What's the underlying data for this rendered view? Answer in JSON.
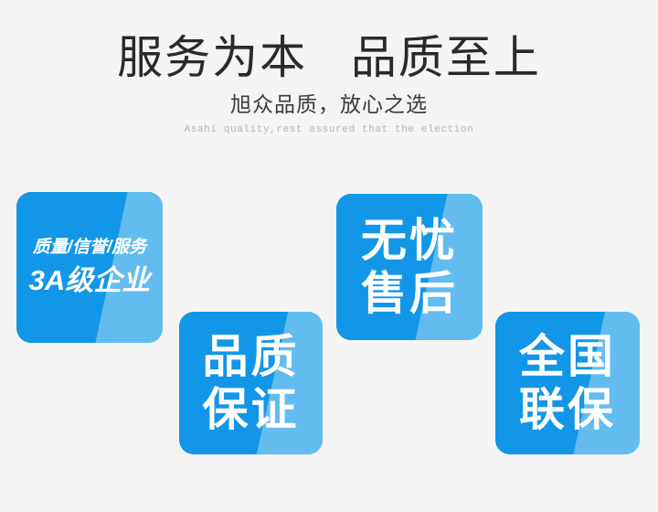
{
  "page": {
    "background_color": "#f4f4f4",
    "accent_dark_blue": "#1296e8",
    "accent_light_blue": "#63bcef",
    "text_color": "#2a2a2a"
  },
  "header": {
    "main_title": "服务为本   品质至上",
    "sub_title": "旭众品质，放心之选",
    "en_title": "Asahi quality,rest assured that the election"
  },
  "cards": [
    {
      "name": "quality",
      "line_small": "质量/信誉/服务",
      "line_big": "3A级企业"
    },
    {
      "name": "warranty",
      "line_1": "品质",
      "line_2": "保证"
    },
    {
      "name": "service",
      "line_1": "无忧",
      "line_2": "售后"
    },
    {
      "name": "national",
      "line_1": "全国",
      "line_2": "联保"
    }
  ]
}
